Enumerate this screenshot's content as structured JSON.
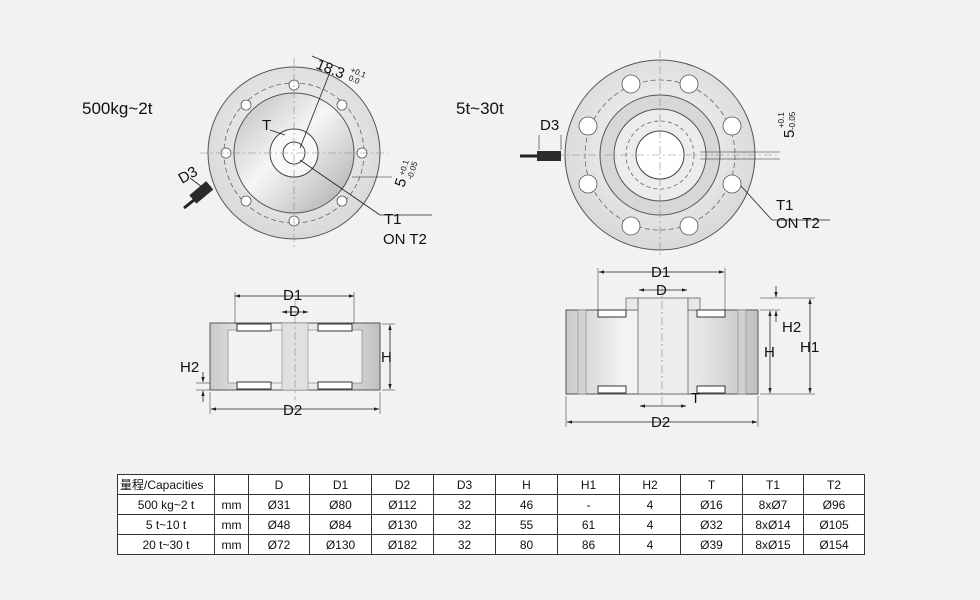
{
  "drawing": {
    "small_title": "500kg~2t",
    "large_title": "5t~30t",
    "dim_18_3": "18.3",
    "dim_18_3_tol_plus": "+0.1",
    "dim_18_3_tol_minus": "0.0",
    "dim_5": "5",
    "dim_5_tol_plus": "+0.1",
    "dim_5_tol_minus": "-0.05",
    "label_T": "T",
    "label_D3": "D3",
    "label_T1": "T1",
    "label_ON_T2": "ON  T2",
    "label_D1": "D1",
    "label_D": "D",
    "label_D2": "D2",
    "label_H": "H",
    "label_H1": "H1",
    "label_H2": "H2"
  },
  "table": {
    "headers": [
      "量程/Capacities",
      "",
      "D",
      "D1",
      "D2",
      "D3",
      "H",
      "H1",
      "H2",
      "T",
      "T1",
      "T2"
    ],
    "rows": [
      [
        "500 kg~2 t",
        "mm",
        "Ø31",
        "Ø80",
        "Ø112",
        "32",
        "46",
        "-",
        "4",
        "Ø16",
        "8xØ7",
        "Ø96"
      ],
      [
        "5 t~10 t",
        "mm",
        "Ø48",
        "Ø84",
        "Ø130",
        "32",
        "55",
        "61",
        "4",
        "Ø32",
        "8xØ14",
        "Ø105"
      ],
      [
        "20 t~30 t",
        "mm",
        "Ø72",
        "Ø130",
        "Ø182",
        "32",
        "80",
        "86",
        "4",
        "Ø39",
        "8xØ15",
        "Ø154"
      ]
    ]
  }
}
